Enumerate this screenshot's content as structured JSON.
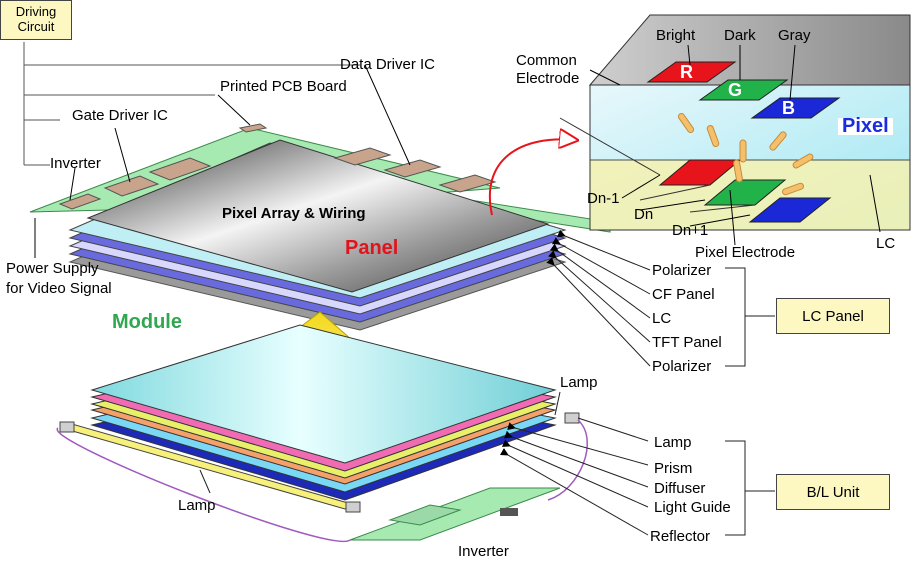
{
  "labels": {
    "driving_circuit": "Driving Circuit",
    "data_driver_ic": "Data Driver IC",
    "printed_pcb_board": "Printed PCB Board",
    "gate_driver_ic": "Gate Driver IC",
    "inverter_top": "Inverter",
    "power_supply_line1": "Power Supply",
    "power_supply_line2": "for Video Signal",
    "module": "Module",
    "pixel_array_wiring": "Pixel Array & Wiring",
    "panel": "Panel",
    "common_electrode_line1": "Common",
    "common_electrode_line2": "Electrode",
    "bright": "Bright",
    "dark": "Dark",
    "gray": "Gray",
    "r": "R",
    "g": "G",
    "b": "B",
    "pixel": "Pixel",
    "dn_minus_1": "Dn-1",
    "dn": "Dn",
    "dn_plus_1": "Dn+1",
    "pixel_electrode": "Pixel Electrode",
    "lc_right": "LC",
    "polarizer_top": "Polarizer",
    "cf_panel": "CF Panel",
    "lc_layer": "LC",
    "tft_panel": "TFT Panel",
    "polarizer_bottom": "Polarizer",
    "lc_panel_box": "LC Panel",
    "lamp_top": "Lamp",
    "lamp_left": "Lamp",
    "lamp_right": "Lamp",
    "prism": "Prism",
    "diffuser": "Diffuser",
    "light_guide": "Light Guide",
    "reflector": "Reflector",
    "bl_unit_box": "B/L Unit",
    "inverter_bottom": "Inverter"
  },
  "colors": {
    "red": "#e8141c",
    "green": "#22b24a",
    "blue": "#1a28d8",
    "yellow_box": "#fdf7c2",
    "pcb_green": "#8fe0a0",
    "cyan_panel": "#9fe7ea"
  }
}
